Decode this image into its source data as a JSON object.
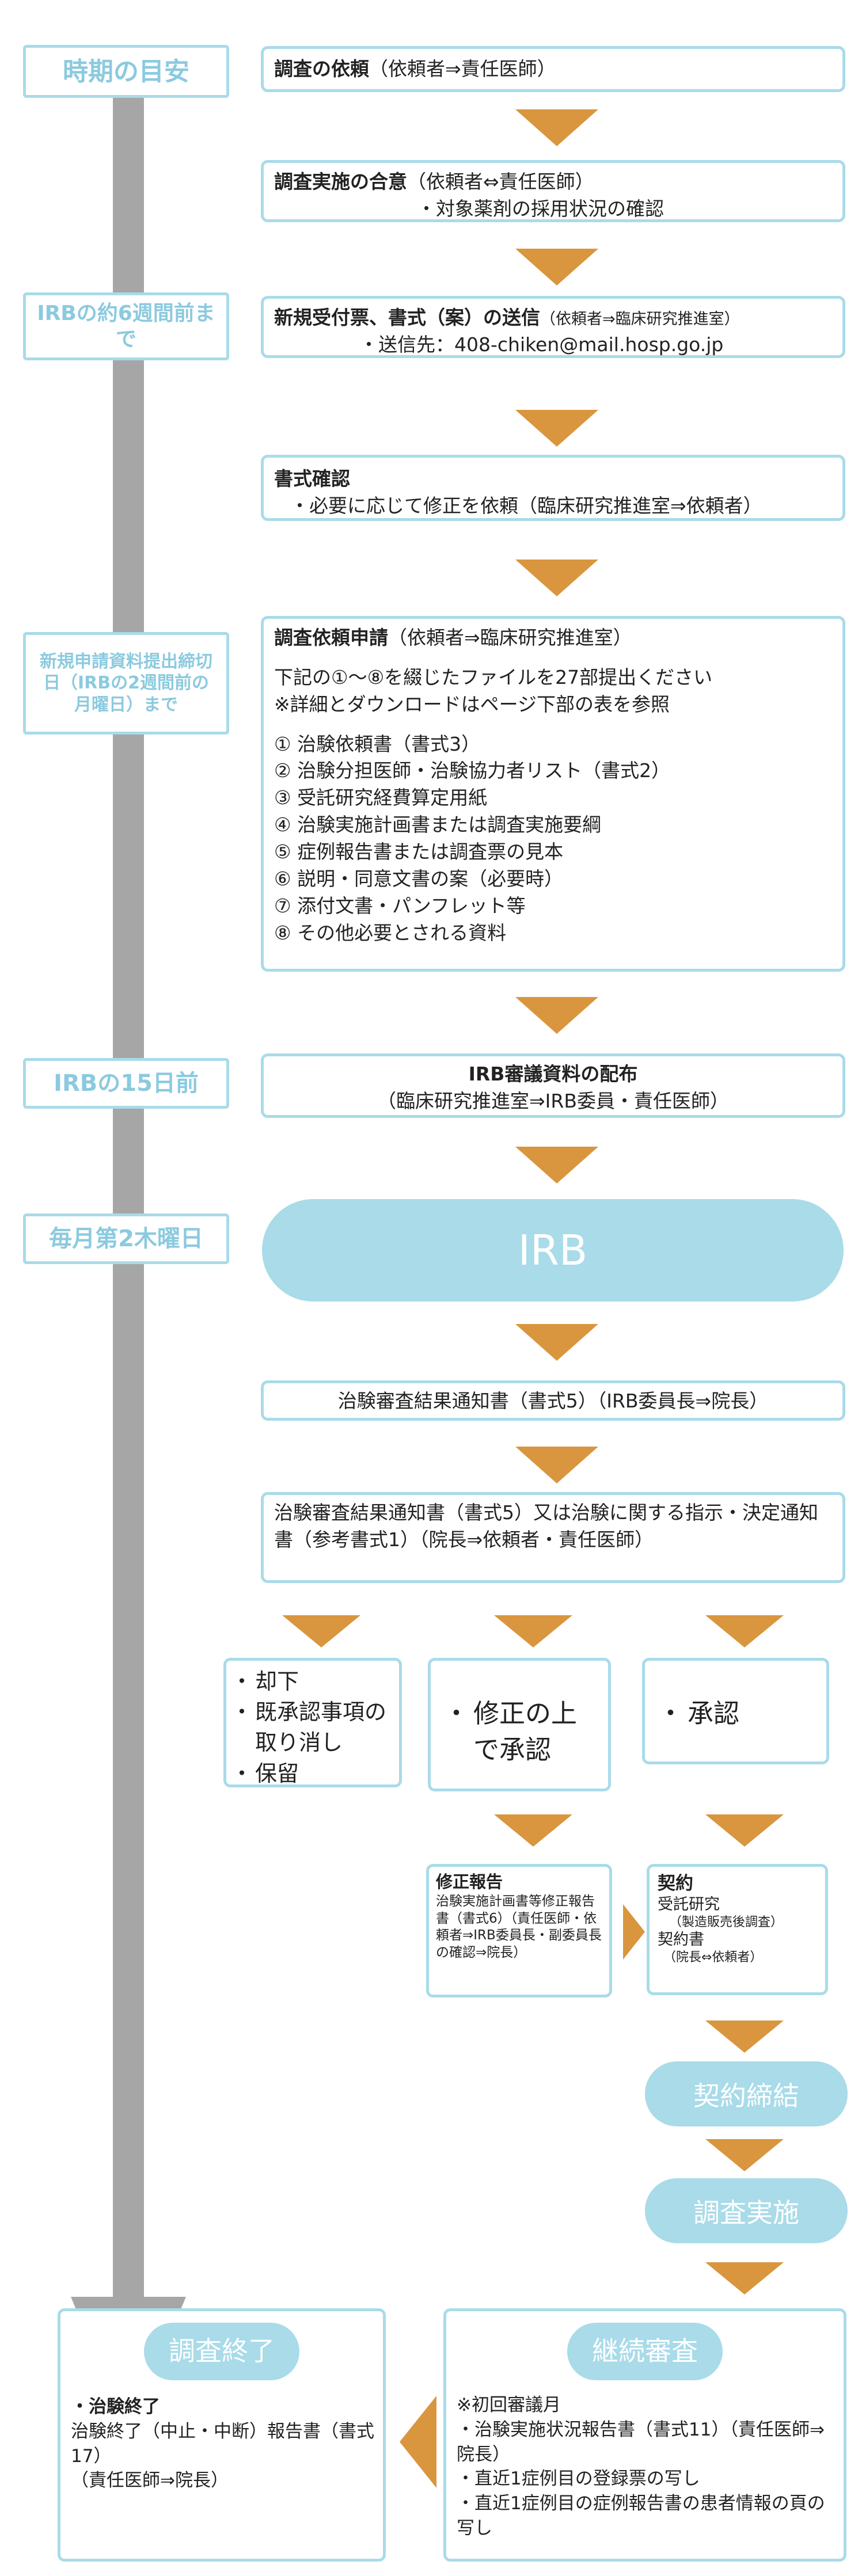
{
  "timeline": {
    "header": "時期の目安",
    "t1": "IRBの約6週間前まで",
    "t2": "新規申請資料提出締切日（IRBの2週間前の月曜日）まで",
    "t3": "IRBの15日前",
    "t4": "毎月第2木曜日"
  },
  "step1": {
    "title": "調査の依頼",
    "note": "（依頼者⇒責任医師）"
  },
  "step2": {
    "title": "調査実施の合意",
    "note": "（依頼者⇔責任医師）",
    "sub": "・対象薬剤の採用状況の確認"
  },
  "step3": {
    "title": "新規受付票、書式（案）の送信",
    "note": "（依頼者⇒臨床研究推進室）",
    "sub": "・送信先：408-chiken@mail.hosp.go.jp"
  },
  "step4": {
    "title": "書式確認",
    "sub": "・必要に応じて修正を依頼（臨床研究推進室⇒依頼者）"
  },
  "step5": {
    "title": "調査依頼申請",
    "note": "（依頼者⇒臨床研究推進室）",
    "line1": "下記の①～⑧を綴じたファイルを27部提出ください",
    "line2": "※詳細とダウンロードはページ下部の表を参照",
    "items": [
      "① 治験依頼書（書式3）",
      "② 治験分担医師・治験協力者リスト（書式2）",
      "③ 受託研究経費算定用紙",
      "④ 治験実施計画書または調査実施要綱",
      "⑤ 症例報告書または調査票の見本",
      "⑥ 説明・同意文書の案（必要時）",
      "⑦ 添付文書・パンフレット等",
      "⑧ その他必要とされる資料"
    ]
  },
  "step6": {
    "title": "IRB審議資料の配布",
    "sub": "（臨床研究推進室⇒IRB委員・責任医師）"
  },
  "irb": {
    "label": "IRB"
  },
  "step7": {
    "text": "治験審査結果通知書（書式5）（IRB委員長⇒院長）"
  },
  "step8": {
    "text": "治験審査結果通知書（書式5）又は治験に関する指示・決定通知書（参考書式1）（院長⇒依頼者・責任医師）"
  },
  "outcomes": {
    "reject": [
      "却下",
      "既承認事項の取り消し",
      "保留"
    ],
    "conditional": "修正の上で承認",
    "approve": "承認"
  },
  "revision": {
    "title": "修正報告",
    "text": "治験実施計画書等修正報告書（書式6）（責任医師・依頼者⇒IRB委員長・副委員長の確認⇒院長）"
  },
  "contract": {
    "title": "契約",
    "l1": "受託研究",
    "l2": "（製造販売後調査）",
    "l3": "契約書",
    "l4": "（院長⇔依頼者）"
  },
  "pills": {
    "signing": "契約締結",
    "conduct": "調査実施"
  },
  "end_box": {
    "header": "調査終了",
    "title": "・治験終了",
    "text": "治験終了（中止・中断）報告書（書式17）",
    "sub": "（責任医師⇒院長）"
  },
  "continue_box": {
    "header": "継続審査",
    "l1": "※初回審議月",
    "l2": "・治験実施状況報告書（書式11）（責任医師⇒院長）",
    "l3": "・直近1症例目の登録票の写し",
    "l4": "・直近1症例目の症例報告書の患者情報の頁の写し"
  },
  "colors": {
    "accent": "#a9dbe9",
    "arrow": "#d9963e",
    "timeline": "#a6a6a6"
  }
}
